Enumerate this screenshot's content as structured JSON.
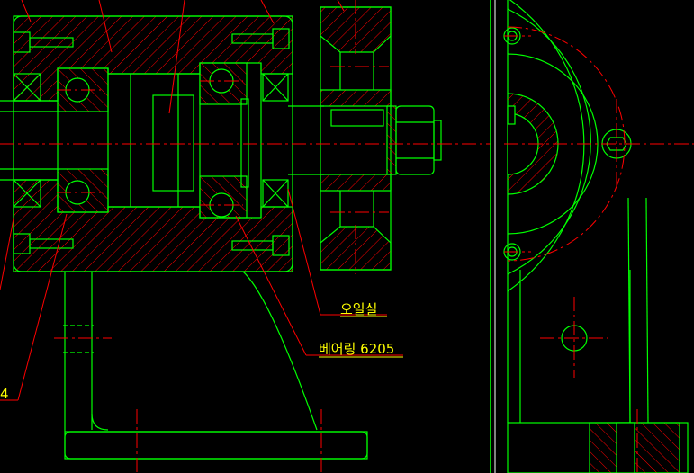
{
  "drawing": {
    "labels": {
      "oil_seal": "오일실",
      "bearing": "베어링 6205",
      "partial_left": "4"
    },
    "colors": {
      "background": "#000000",
      "outline": "#00ff00",
      "hatch": "#ff0000",
      "centerline": "#ff0000",
      "leader": "#ff0000",
      "label_text": "#ffff00",
      "dimension": "#ffffff"
    }
  }
}
